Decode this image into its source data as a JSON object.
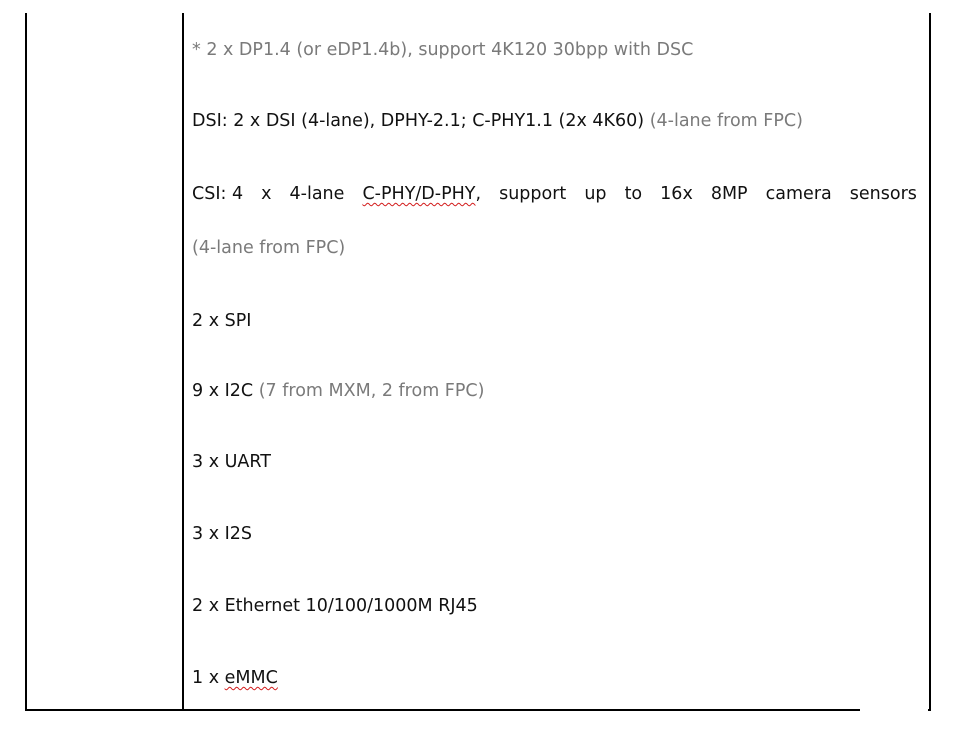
{
  "rows": {
    "dp": {
      "main": "* 2 x DP1.4 (or eDP1.4b), support 4K120 30bpp with DSC"
    },
    "dsi": {
      "main": "DSI: 2 x DSI (4-lane), DPHY-2.1; C-PHY1.1 (2x 4K60)",
      "note": " (4-lane from FPC)"
    },
    "csi": {
      "w1": "CSI: 4",
      "w2": "x",
      "w3": "4-lane",
      "w4": "C-PHY/D-PHY",
      "w5": ",",
      "w6": "support",
      "w7": "up",
      "w8": "to",
      "w9": "16x",
      "w10": "8MP",
      "w11": "camera",
      "w12": "sensors",
      "note": "(4-lane from FPC)"
    },
    "spi": {
      "main": "2 x SPI"
    },
    "i2c": {
      "main": "9 x I2C",
      "note": " (7 from MXM, 2 from FPC)"
    },
    "uart": {
      "main": "3 x UART"
    },
    "i2s": {
      "main": "3 x I2S"
    },
    "ethernet": {
      "main": "2 x Ethernet 10/100/1000M RJ45"
    },
    "emmc": {
      "prefix": "1 x ",
      "main": "eMMC"
    }
  }
}
